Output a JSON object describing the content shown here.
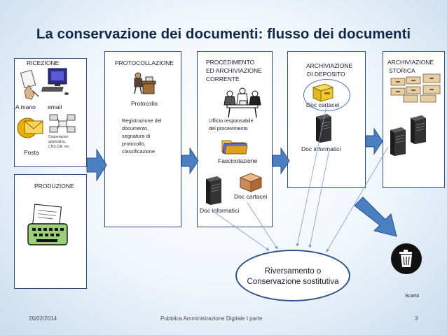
{
  "title": "La conservazione dei documenti: flusso dei documenti",
  "boxes": {
    "ricezione": {
      "title": "RICEZIONE",
      "a_mano": "A mano",
      "email": "email",
      "posta": "Posta",
      "cooperazione": [
        "Cooperazion",
        "applicativa,",
        "CNS,CIE, etc."
      ]
    },
    "produzione": {
      "title": "PRODUZIONE"
    },
    "protocollazione": {
      "title": "PROTOCOLLAZIONE",
      "protocollo": "Protocollo",
      "desc": [
        "Registrazione del",
        "documento,",
        "segnatura di",
        "protocollo,",
        "classificazione"
      ]
    },
    "procedimento": {
      "title": [
        "PROCEDIMENTO",
        "ED ARCHIVIAZIONE",
        "CORRENTE"
      ],
      "responsabile": [
        "Ufficio responsabile",
        "del procevimento"
      ],
      "fascicolazione": "Fascicolazione",
      "doc_cartacei": "Doc cartacei",
      "doc_informatici": "Doc informatici"
    },
    "deposito": {
      "title": [
        "ARCHIVIAZIONE",
        "DI DEPOSITO"
      ],
      "doc_cartacei": "Doc cartacei",
      "doc_informatici": "Doc informatici"
    },
    "storica": {
      "title": [
        "ARCHIVIAZIONE",
        "STORICA"
      ]
    }
  },
  "ellipse": [
    "Riversamento o",
    "Conservazione sostitutiva"
  ],
  "scarto": "Scarto",
  "footer": {
    "date": "26/02/2014",
    "center": "Pubblica Amministrazione Digitale I parte",
    "page": "3"
  },
  "colors": {
    "border": "#2b4f8e",
    "arrow": "#4a7fc1",
    "title": "#102a4a"
  },
  "icons": [
    "hand-document-icon",
    "computer-icon",
    "envelope-icon",
    "computers-network-icon",
    "typewriter-icon",
    "desk-person-icon",
    "meeting-people-icon",
    "folders-icon",
    "server-icon",
    "box-icon",
    "drawer-icon",
    "archive-drawers-icon",
    "trash-bin-icon"
  ]
}
